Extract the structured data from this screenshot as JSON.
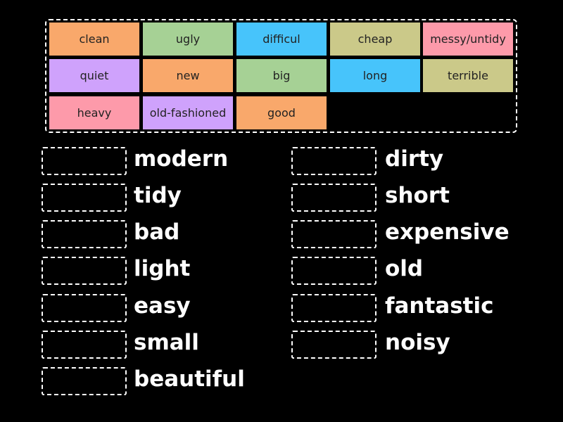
{
  "colors": {
    "orange": "#f9a86b",
    "green": "#a6d195",
    "blue": "#47c4fb",
    "olive": "#cbc989",
    "pink": "#fd9aaa",
    "purple": "#cfa2fc"
  },
  "tile_bank": {
    "tiles": [
      {
        "label": "clean",
        "color": "#f9a86b"
      },
      {
        "label": "ugly",
        "color": "#a6d195"
      },
      {
        "label": "difficul",
        "color": "#47c4fb"
      },
      {
        "label": "cheap",
        "color": "#cbc989"
      },
      {
        "label": "messy/untidy",
        "color": "#fd9aaa"
      },
      {
        "label": "quiet",
        "color": "#cfa2fc"
      },
      {
        "label": "new",
        "color": "#f9a86b"
      },
      {
        "label": "big",
        "color": "#a6d195"
      },
      {
        "label": "long",
        "color": "#47c4fb"
      },
      {
        "label": "terrible",
        "color": "#cbc989"
      },
      {
        "label": "heavy",
        "color": "#fd9aaa"
      },
      {
        "label": "old-fashioned",
        "color": "#cfa2fc"
      },
      {
        "label": "good",
        "color": "#f9a86b"
      }
    ]
  },
  "targets": {
    "left": [
      {
        "prompt": "modern"
      },
      {
        "prompt": "tidy"
      },
      {
        "prompt": "bad"
      },
      {
        "prompt": "light"
      },
      {
        "prompt": "easy"
      },
      {
        "prompt": "small"
      },
      {
        "prompt": "beautiful"
      }
    ],
    "right": [
      {
        "prompt": "dirty"
      },
      {
        "prompt": "short"
      },
      {
        "prompt": "expensive"
      },
      {
        "prompt": "old"
      },
      {
        "prompt": "fantastic"
      },
      {
        "prompt": "noisy"
      }
    ]
  }
}
